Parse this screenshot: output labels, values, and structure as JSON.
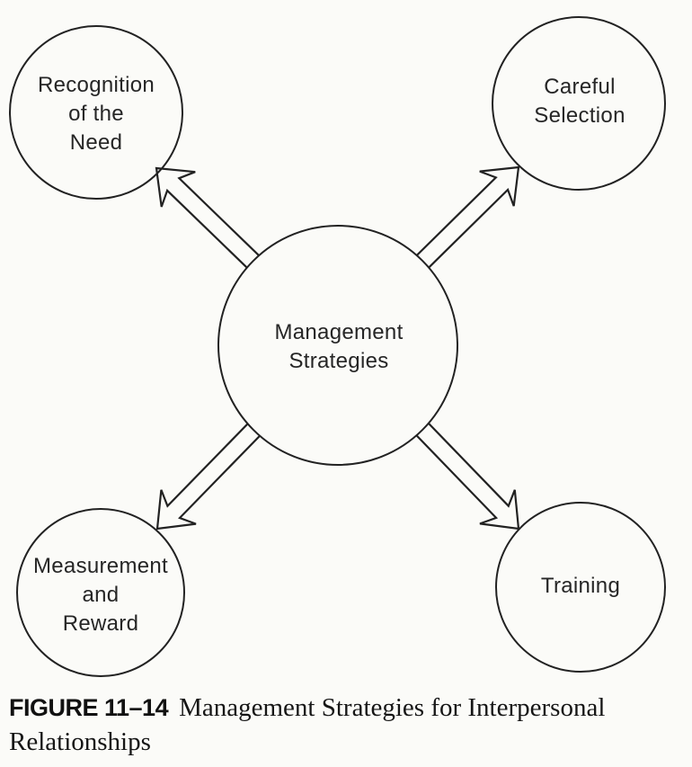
{
  "figure": {
    "caption_label": "FIGURE 11–14",
    "caption_text": "Management Strategies for Interpersonal Relationships"
  },
  "diagram": {
    "center_node": {
      "id": "management-strategies",
      "label": "Management\nStrategies"
    },
    "nodes": [
      {
        "id": "recognition-of-the-need",
        "position": "top-left",
        "label": "Recognition\nof the\nNeed"
      },
      {
        "id": "careful-selection",
        "position": "top-right",
        "label": "Careful\nSelection"
      },
      {
        "id": "measurement-and-reward",
        "position": "bottom-left",
        "label": "Measurement\nand\nReward"
      },
      {
        "id": "training",
        "position": "bottom-right",
        "label": "Training"
      }
    ],
    "arrows": [
      {
        "from": "management-strategies",
        "to": "recognition-of-the-need"
      },
      {
        "from": "management-strategies",
        "to": "careful-selection"
      },
      {
        "from": "management-strategies",
        "to": "measurement-and-reward"
      },
      {
        "from": "management-strategies",
        "to": "training"
      }
    ],
    "colors": {
      "ink": "#222222",
      "paper": "#fbfbf8"
    }
  }
}
